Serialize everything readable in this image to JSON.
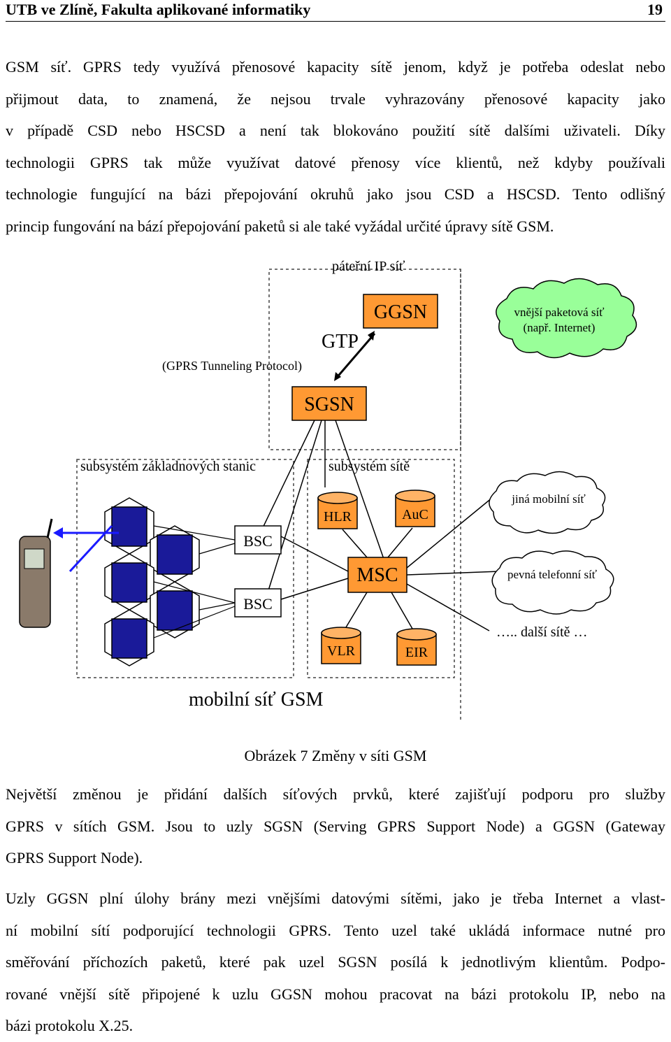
{
  "header": {
    "title": "UTB ve Zlíně, Fakulta aplikované informatiky",
    "page_number": "19"
  },
  "paragraph1": {
    "lines": [
      "GSM síť. GPRS tedy využívá přenosové kapacity sítě jenom, když je potřeba odeslat nebo",
      "přijmout data, to znamená, že nejsou trvale vyhrazovány přenosové kapacity jako",
      "v případě CSD nebo HSCSD a není tak blokováno použití sítě dalšími uživateli. Díky",
      "technologii GPRS tak může využívat datové přenosy více klientů, než kdyby používali",
      "technologie fungující na bázi přepojování okruhů jako jsou CSD a HSCSD. Tento odlišný",
      "princip fungování na bází přepojování paketů si ale také vyžádal určité úpravy sítě GSM."
    ]
  },
  "figure": {
    "backbone_label": "páteřní IP síť",
    "ggsn": "GGSN",
    "gtp": "GTP",
    "gtp_full": "(GPRS Tunneling Protocol)",
    "sgsn": "SGSN",
    "external_cloud_line1": "vnější paketová síť",
    "external_cloud_line2": "(např. Internet)",
    "bss_label": "subsystém základnových stanic",
    "nss_label": "subsystém sítě",
    "hlr": "HLR",
    "auc": "AuC",
    "bsc1": "BSC",
    "bsc2": "BSC",
    "msc": "MSC",
    "vlr": "VLR",
    "eir": "EIR",
    "cloud_other_mobile": "jiná mobilní síť",
    "cloud_fixed": "pevná telefonní síť",
    "other_networks": "….. další sítě …",
    "gsm_label": "mobilní síť GSM",
    "colors": {
      "node_fill": "#ff9933",
      "cloud_fill": "#99ff99",
      "arrow": "#1a1aff",
      "cell_fill": "#1a1a99"
    }
  },
  "caption": "Obrázek 7 Změny v síti GSM",
  "paragraph2": {
    "lines": [
      "Největší změnou je přidání dalších síťových prvků, které zajišťují podporu pro služby",
      "GPRS v sítích GSM. Jsou to uzly SGSN (Serving GPRS Support Node) a GGSN (Gateway",
      "GPRS Support Node)."
    ]
  },
  "paragraph3": {
    "lines": [
      "Uzly GGSN plní úlohy brány mezi vnějšími datovými sítěmi, jako je třeba Internet a vlast-",
      "ní mobilní sítí podporující technologii GPRS. Tento uzel také ukládá informace nutné pro",
      "směřování příchozích paketů, které pak uzel SGSN posílá k jednotlivým klientům. Podpo-",
      "rované vnější sítě připojené k uzlu GGSN mohou pracovat na bázi protokolu IP, nebo na",
      "bázi protokolu X.25."
    ]
  }
}
